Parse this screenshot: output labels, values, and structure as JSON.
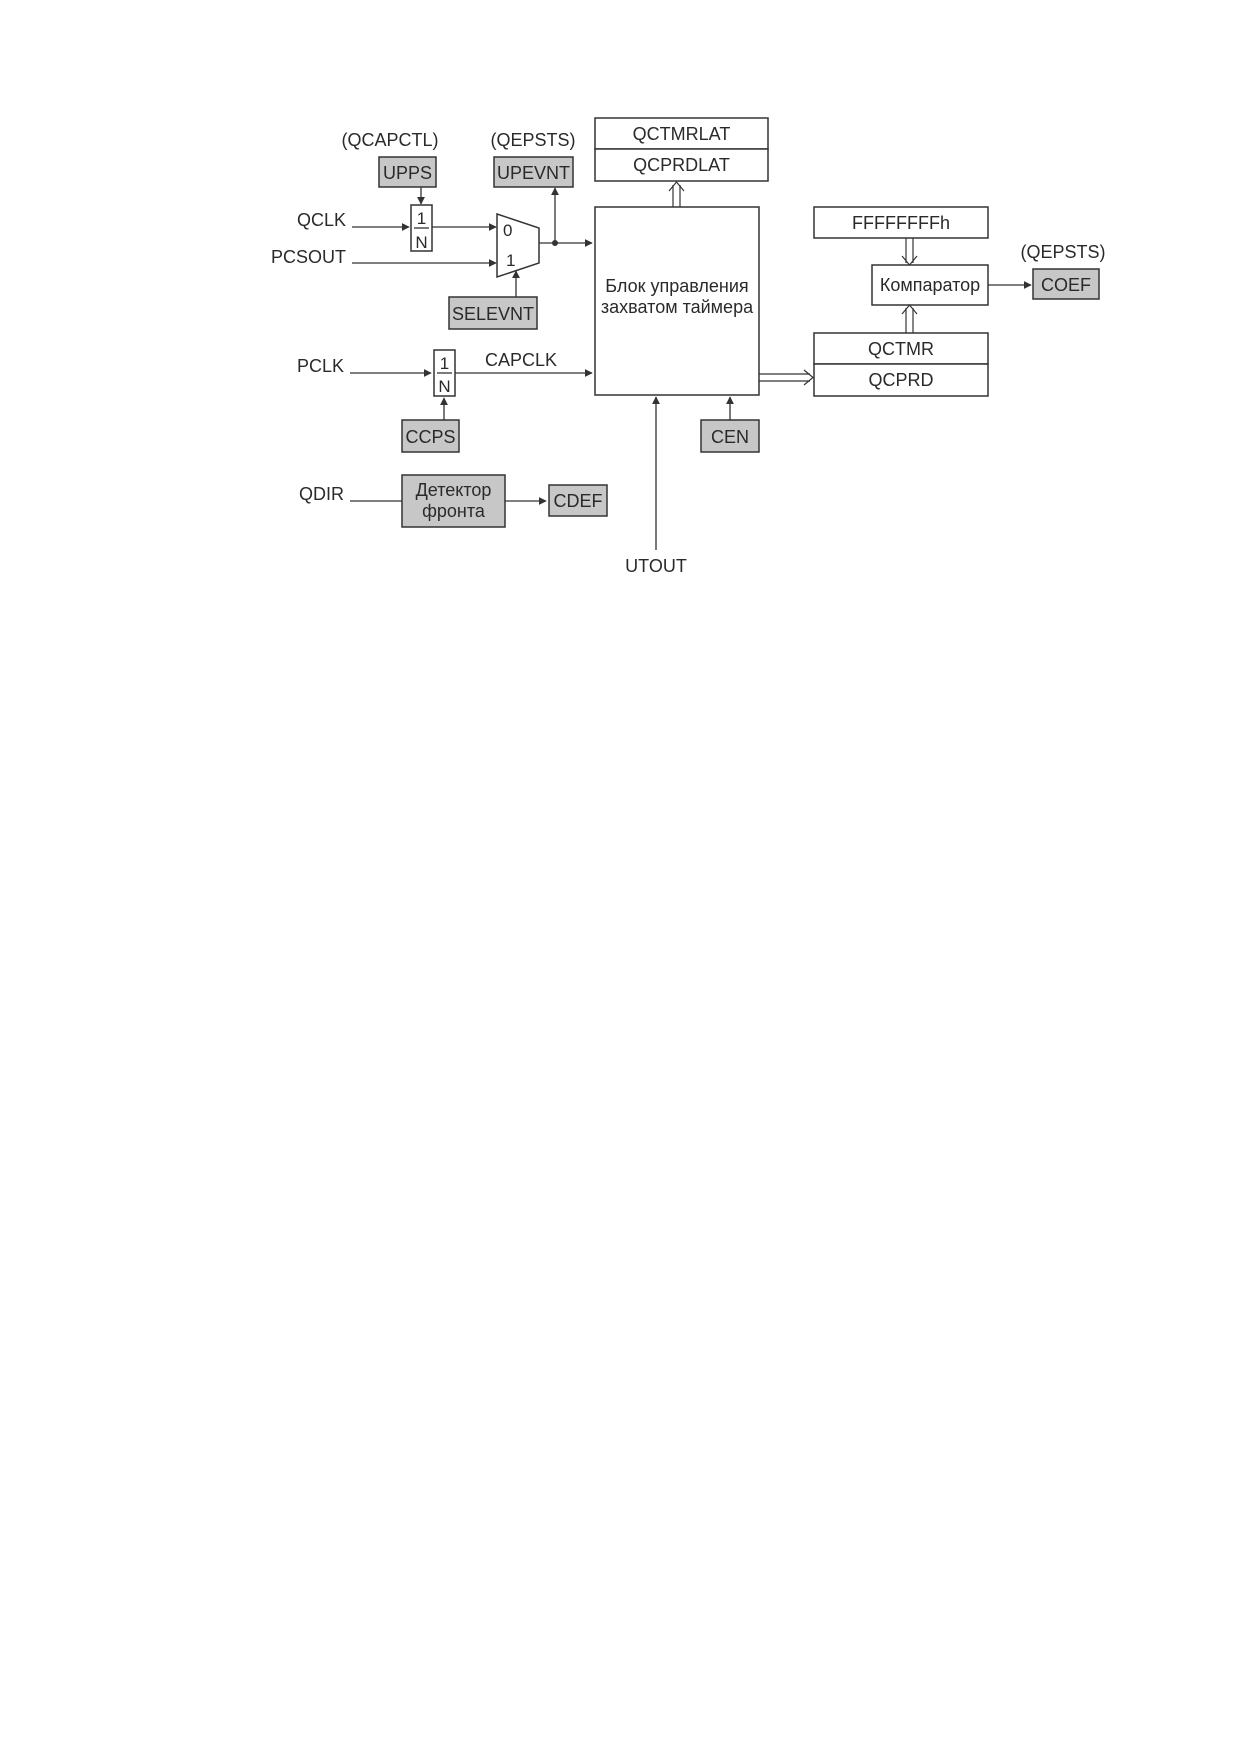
{
  "signals": {
    "qclk": "QCLK",
    "pcsout": "PCSOUT",
    "pclk": "PCLK",
    "qdir": "QDIR",
    "capclk": "CAPCLK",
    "utout": "UTOUT"
  },
  "registers": {
    "qcapctl_title": "(QCAPCTL)",
    "qepsts_title_1": "(QEPSTS)",
    "qepsts_title_2": "(QEPSTS)",
    "upps": "UPPS",
    "upevnt": "UPEVNT",
    "selevnt": "SELEVNT",
    "ccps": "CCPS",
    "cen": "CEN",
    "cdef": "CDEF",
    "coef": "COEF"
  },
  "latches": {
    "qctmrlat": "QCTMRLAT",
    "qcprdlat": "QCPRDLAT"
  },
  "counters": {
    "qctmr": "QCTMR",
    "qcprd": "QCPRD",
    "max_value": "FFFFFFFFh"
  },
  "blocks": {
    "capture_line1": "Блок управления",
    "capture_line2": "захватом таймера",
    "comparator": "Компаратор",
    "edge_line1": "Детектор",
    "edge_line2": "фронта"
  },
  "divider": {
    "numerator": "1",
    "denominator": "N"
  },
  "mux": {
    "input0": "0",
    "input1": "1"
  }
}
